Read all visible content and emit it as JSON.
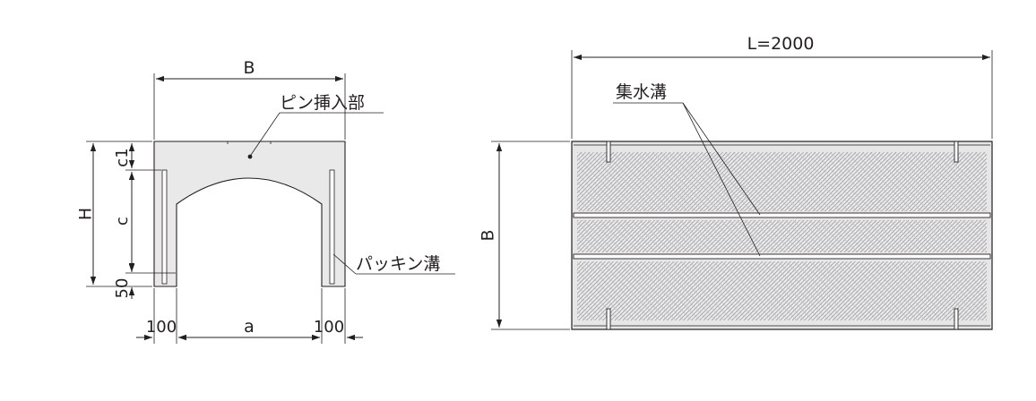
{
  "section_view": {
    "width_label": "B",
    "height_label": "H",
    "top_thickness_label": "c1",
    "inner_height_label": "c",
    "base_label": "50",
    "left_wall_label": "100",
    "right_wall_label": "100",
    "opening_label": "a",
    "pin_label": "ピン挿入部",
    "packing_label": "パッキン溝"
  },
  "plan_view": {
    "length_label": "L=2000",
    "width_label": "B",
    "drain_label": "集水溝"
  },
  "colors": {
    "line": "#231f20",
    "fill": "#e9e9ea",
    "pattern": "#a9a9ab"
  }
}
